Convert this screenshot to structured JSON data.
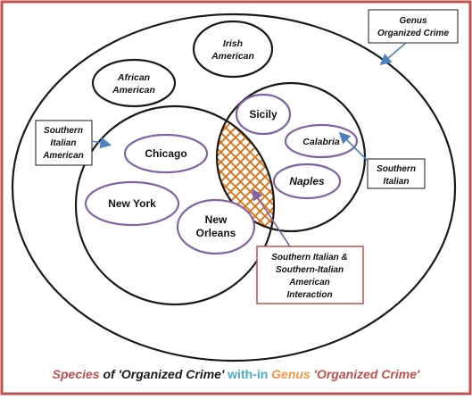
{
  "labels": {
    "genus_box": [
      "Genus",
      "Organized Crime"
    ],
    "irish": [
      "Irish",
      "American"
    ],
    "african": [
      "African",
      "American"
    ],
    "southern_italian_american_box": [
      "Southern",
      "Italian",
      "American"
    ],
    "chicago": "Chicago",
    "new_york": "New York",
    "new_orleans": [
      "New",
      "Orleans"
    ],
    "sicily": "Sicily",
    "calabria": "Calabria",
    "naples": "Naples",
    "southern_italian_box": [
      "Southern",
      "Italian"
    ],
    "interaction_box": [
      "Southern Italian &",
      "Southern-Italian",
      "American",
      "Interaction"
    ]
  },
  "caption": {
    "part1": "Species",
    "part2": " of 'Organized Crime' ",
    "part3": "with-in",
    "part4": " Genus",
    "part5": " 'Organized Crime'"
  },
  "colors": {
    "frame": "#c0504d",
    "species": "#c0504d",
    "dark": "#1a1a1a",
    "with_in": "#4bacc6",
    "genus": "#f79646",
    "bubble_outline": "#8064a2",
    "arrow_blue": "#4f81bd",
    "arrow_purple": "#8064a2",
    "hatch": "#e36c0a"
  }
}
